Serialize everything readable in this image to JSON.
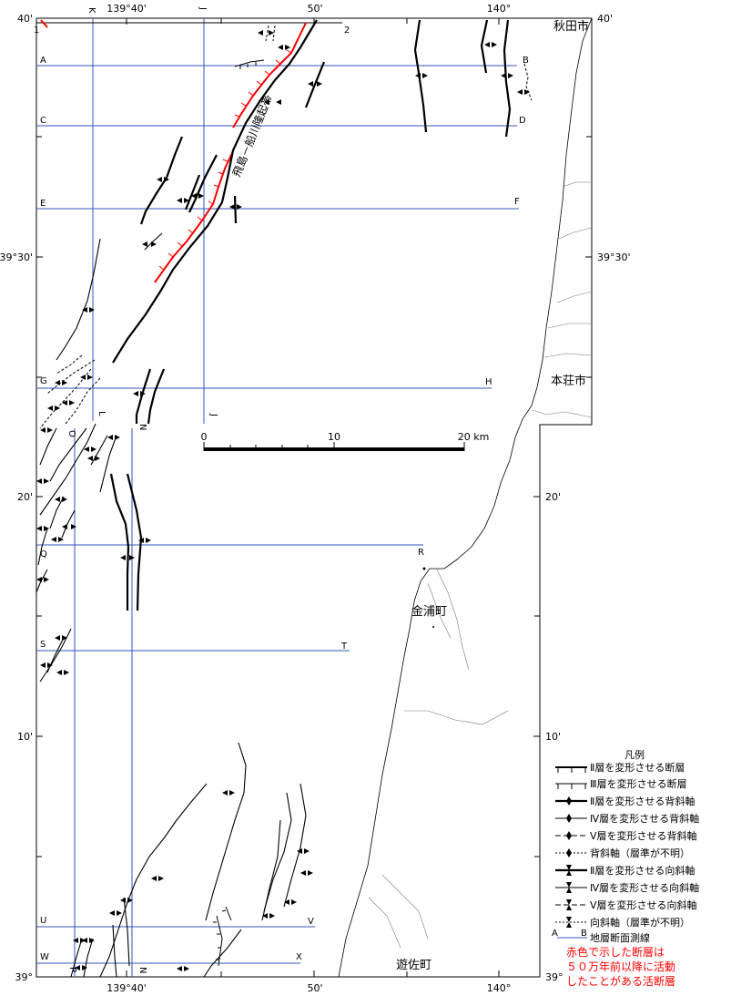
{
  "coords": {
    "top": [
      "139°40'",
      "50'",
      "140°"
    ],
    "bottom": [
      "139°40'",
      "50'",
      "140°"
    ],
    "left": [
      "40'",
      "39°30'",
      "20'",
      "10'",
      "39°"
    ],
    "right": [
      "40'",
      "39°30'",
      "20'",
      "10'",
      "39°"
    ]
  },
  "cities": {
    "akita": "秋田市",
    "honjo": "本荘市",
    "kanaura": "金浦町",
    "yuza": "遊佐町"
  },
  "fault_zone_label": "飛島－船川隆起帯",
  "lines": {
    "top_left": "1",
    "top_right": "2",
    "A": "A",
    "B": "B",
    "C": "C",
    "D": "D",
    "E": "E",
    "F": "F",
    "G": "G",
    "H": "H",
    "Q": "Q",
    "R": "R",
    "S": "S",
    "T": "T",
    "U": "U",
    "V": "V",
    "W": "W",
    "X": "X",
    "K": "K",
    "L": "L",
    "J_top": "J",
    "J_bot": "J",
    "N_top": "N",
    "N_bot": "N",
    "O": "O",
    "P": "P"
  },
  "scale": {
    "t0": "0",
    "t10": "10",
    "t20": "20 km"
  },
  "legend": {
    "title": "凡例",
    "items": [
      "Ⅱ層を変形させる断層",
      "Ⅲ層を変形させる断層",
      "Ⅱ層を変形させる背斜軸",
      "Ⅳ層を変形させる背斜軸",
      "Ⅴ層を変形させる背斜軸",
      "背斜軸（層準が不明）",
      "Ⅱ層を変形させる向斜軸",
      "Ⅳ層を変形させる向斜軸",
      "Ⅴ層を変形させる向斜軸",
      "向斜軸（層準が不明）"
    ],
    "survey_a": "A",
    "survey_b": "B",
    "survey_label": "地層断面測線",
    "note": [
      "赤色で示した断層は",
      "５０万年前以降に活動",
      "したことがある活断層"
    ]
  },
  "colors": {
    "survey_line": "#3355bb",
    "active_fault": "#ff0000",
    "ink": "#000000"
  }
}
